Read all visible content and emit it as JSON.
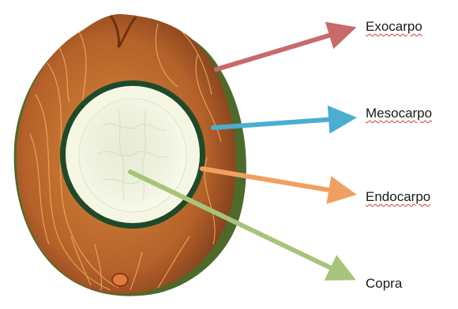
{
  "labels": {
    "exocarpo": "Exocarpo",
    "mesocarpo": "Mesocarpo",
    "endocarpo": "Endocarpo",
    "copra": "Copra"
  },
  "colors": {
    "exocarpo_arrow": "#c96a6a",
    "mesocarpo_arrow": "#4aaed0",
    "endocarpo_arrow": "#f0a060",
    "copra_arrow": "#a8c47a",
    "husk": "#b9652a",
    "husk_fibers": "#f0b060",
    "endocarp_shell": "#1f4a2a",
    "copra_meat": "#f6f6e4"
  },
  "icons": [
    "coconut-cross-section"
  ]
}
